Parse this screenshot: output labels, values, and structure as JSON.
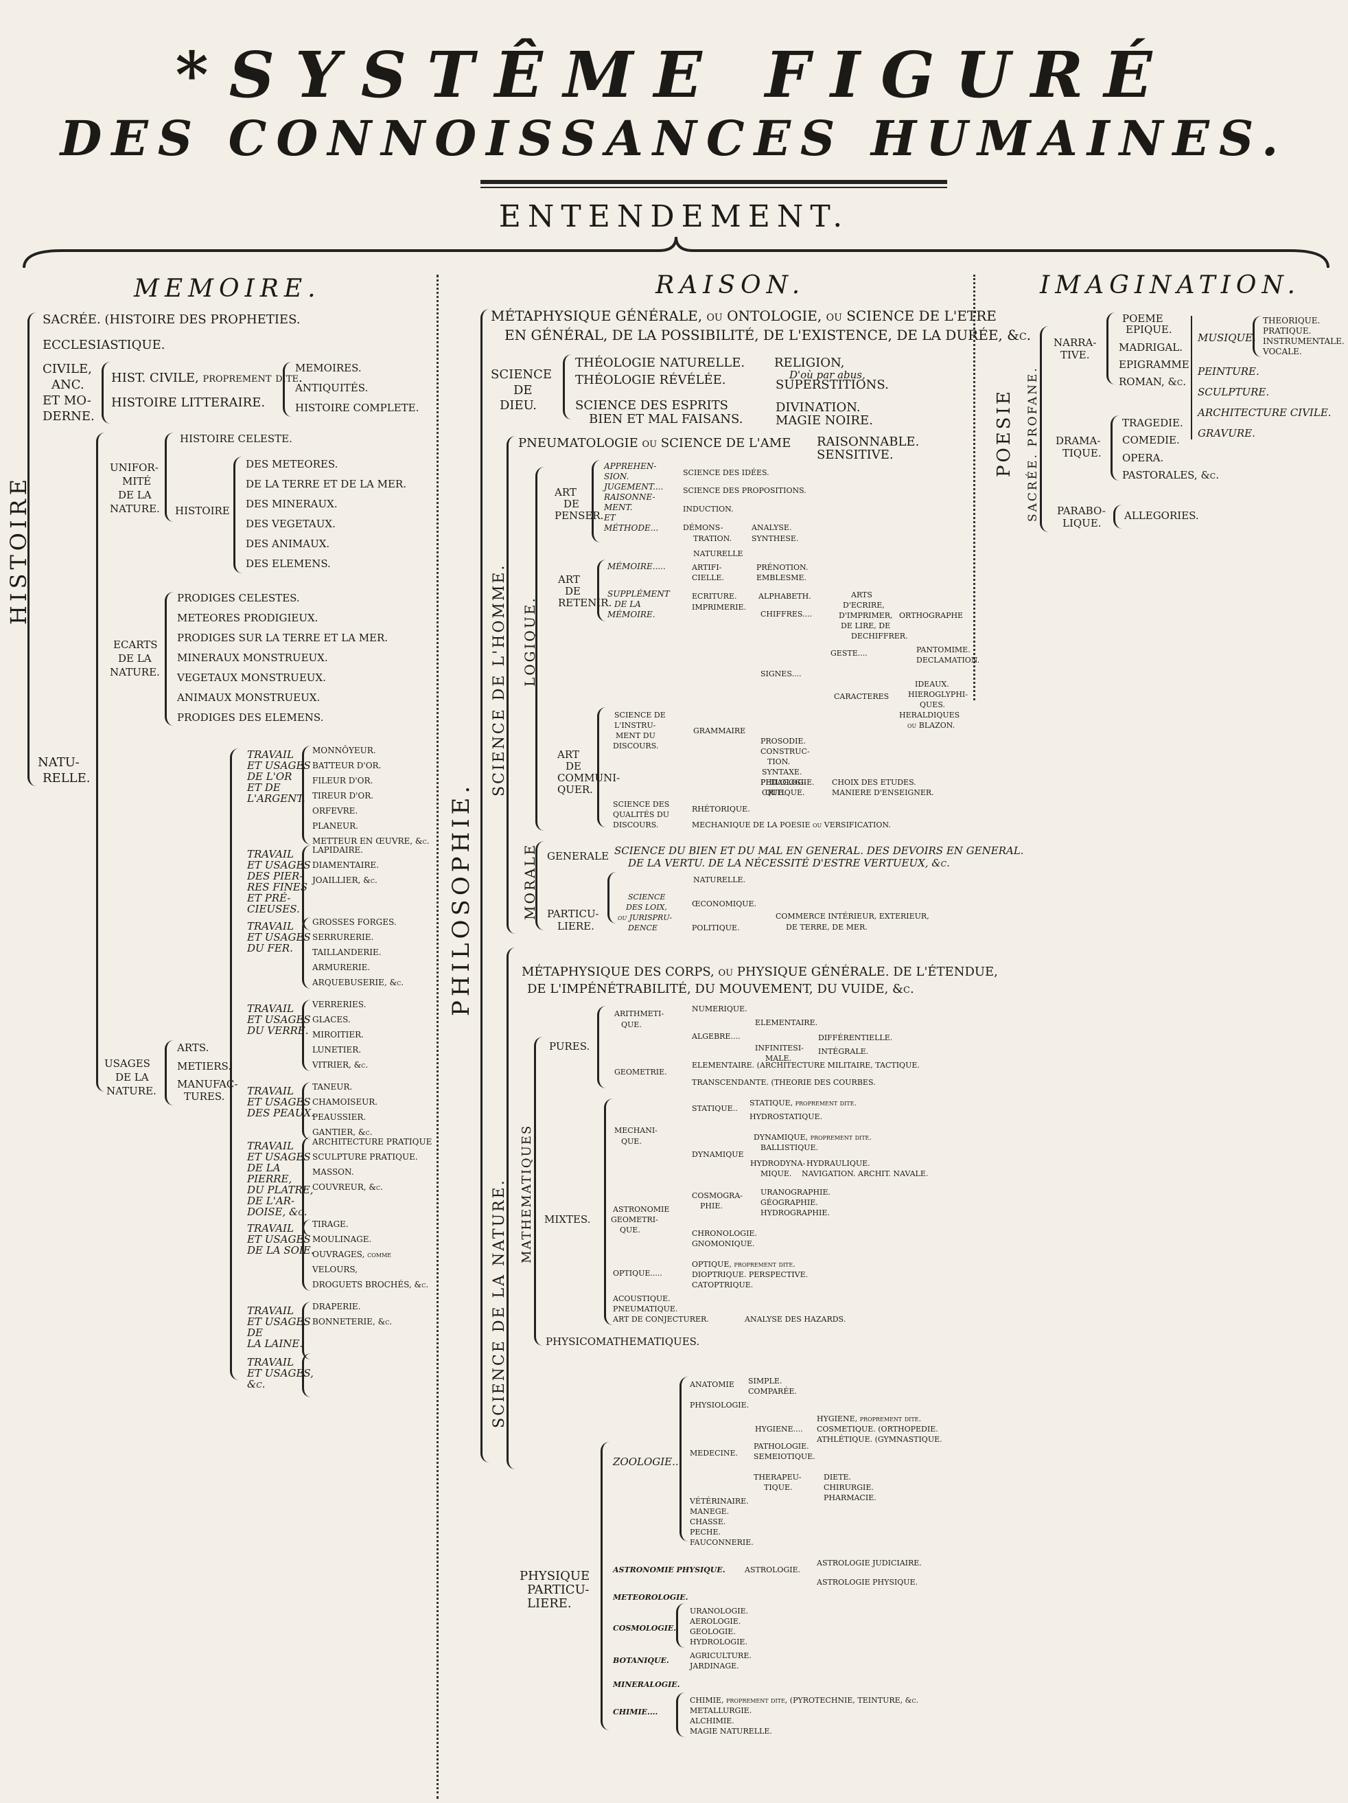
{
  "title": {
    "line1": "*SYSTÊME FIGURÉ",
    "line2": "DES CONNOISSANCES HUMAINES."
  },
  "root": "ENTENDEMENT.",
  "memoire": {
    "head": "MEMOIRE.",
    "histoire": "HISTOIRE",
    "sacree": "SACRÉE. (HISTOIRE DES PROPHETIES.",
    "ecclesiastique": "ECCLESIASTIQUE.",
    "civile": [
      "CIVILE,",
      "ANC.",
      "ET MO-",
      "DERNE."
    ],
    "hist_civile": "HIST. CIVILE, proprement dite.",
    "hist_litteraire": "HISTOIRE LITTERAIRE.",
    "civile_items": [
      "MEMOIRES.",
      "ANTIQUITÉS.",
      "HISTOIRE COMPLETE."
    ],
    "naturelle": [
      "NATU-",
      "RELLE."
    ],
    "hist_celeste": "HISTOIRE CELESTE.",
    "uniformite": [
      "UNIFOR-",
      "MITÉ",
      "DE LA",
      "NATURE."
    ],
    "histoire_label": "HISTOIRE",
    "uniformite_items": [
      "DES METEORES.",
      "DE LA TERRE ET DE LA MER.",
      "DES MINERAUX.",
      "DES VEGETAUX.",
      "DES ANIMAUX.",
      "DES ELEMENS."
    ],
    "ecarts": [
      "ECARTS",
      "DE LA",
      "NATURE."
    ],
    "ecarts_items": [
      "PRODIGES CELESTES.",
      "METEORES PRODIGIEUX.",
      "PRODIGES SUR LA TERRE ET LA MER.",
      "MINERAUX MONSTRUEUX.",
      "VEGETAUX MONSTRUEUX.",
      "ANIMAUX MONSTRUEUX.",
      "PRODIGES DES ELEMENS."
    ],
    "usages": [
      "USAGES",
      "DE LA",
      "NATURE."
    ],
    "usages_items": [
      "ARTS.",
      "METIERS.",
      "MANUFAC-",
      "TURES."
    ],
    "travaux": [
      {
        "label": [
          "TRAVAIL",
          "ET USAGES",
          "DE L'OR",
          "ET DE",
          "L'ARGENT."
        ],
        "items": [
          "MONNÔYEUR.",
          "BATTEUR D'OR.",
          "FILEUR D'OR.",
          "TIREUR D'OR.",
          "ORFEVRE.",
          "PLANEUR.",
          "METTEUR EN ŒUVRE, &c."
        ]
      },
      {
        "label": [
          "TRAVAIL",
          "ET USAGES",
          "DES PIER-",
          "RES FINES",
          "ET PRÉ-",
          "CIEUSES."
        ],
        "items": [
          "LAPIDAIRE.",
          "DIAMENTAIRE.",
          "JOAILLIER, &c."
        ]
      },
      {
        "label": [
          "TRAVAIL",
          "ET USAGES",
          "DU FER."
        ],
        "items": [
          "GROSSES FORGES.",
          "SERRURERIE.",
          "TAILLANDERIE.",
          "ARMURERIE.",
          "ARQUEBUSERIE, &c."
        ]
      },
      {
        "label": [
          "TRAVAIL",
          "ET USAGES",
          "DU VERRE."
        ],
        "items": [
          "VERRERIES.",
          "GLACES.",
          "MIROITIER.",
          "LUNETIER.",
          "VITRIER, &c."
        ]
      },
      {
        "label": [
          "TRAVAIL",
          "ET USAGES",
          "DES PEAUX."
        ],
        "items": [
          "TANEUR.",
          "CHAMOISEUR.",
          "PEAUSSIER.",
          "GANTIER, &c."
        ]
      },
      {
        "label": [
          "TRAVAIL",
          "ET USAGES",
          "DE LA",
          "PIERRE,",
          "DU PLATRE,",
          "DE L'AR-",
          "DOISE, &c."
        ],
        "items": [
          "ARCHITECTURE PRATIQUE",
          "SCULPTURE PRATIQUE.",
          "MASSON.",
          "COUVREUR, &c."
        ]
      },
      {
        "label": [
          "TRAVAIL",
          "ET USAGES",
          "DE LA SOIE."
        ],
        "items": [
          "TIRAGE.",
          "MOULINAGE.",
          "OUVRAGES, comme",
          "VELOURS,",
          "DROGUETS BROCHÉS, &c."
        ]
      },
      {
        "label": [
          "TRAVAIL",
          "ET USAGES",
          "DE",
          "LA LAINE."
        ],
        "items": [
          "DRAPERIE.",
          "BONNETERIE, &c."
        ]
      },
      {
        "label": [
          "TRAVAIL",
          "ET USAGES,",
          "&c."
        ],
        "items": []
      }
    ]
  },
  "raison": {
    "head": "RAISON.",
    "philosophie": "PHILOSOPHIE.",
    "metaphysique": [
      "MÉTAPHYSIQUE GÉNÉRALE, ou ONTOLOGIE, ou SCIENCE DE L'ETRE",
      "EN GÉNÉRAL, DE LA POSSIBILITÉ, DE L'EXISTENCE, DE LA DURÉE, &c."
    ],
    "science_dieu": [
      "SCIENCE",
      "DE",
      "DIEU."
    ],
    "theologie": [
      "THÉOLOGIE NATURELLE.",
      "THÉOLOGIE RÉVÉLÉE.",
      "SCIENCE DES ESPRITS",
      "BIEN ET MAL FAISANS."
    ],
    "theologie_out": [
      "RELIGION,",
      "D'où par abus,",
      "SUPERSTITIONS.",
      "DIVINATION.",
      "MAGIE NOIRE."
    ],
    "science_homme": "SCIENCE DE L'HOMME.",
    "pneumatologie": "PNEUMATOLOGIE ou SCIENCE DE L'AME",
    "ame": [
      "RAISONNABLE.",
      "SENSITIVE."
    ],
    "logique": "LOGIQUE.",
    "art_penser": [
      "ART",
      "DE",
      "PENSER."
    ],
    "penser_items": [
      "APPREHEN-",
      "SION.",
      "JUGEMENT....",
      "RAISONNE-",
      "MENT.",
      "ET",
      "MÉTHODE..."
    ],
    "penser_out": [
      "SCIENCE DES IDÉES.",
      "SCIENCE DES PROPOSITIONS.",
      "INDUCTION.",
      "DÉMONS-",
      "TRATION.",
      "ANALYSE.",
      "SYNTHESE."
    ],
    "art_retenir": [
      "ART",
      "DE",
      "RETENIR."
    ],
    "retenir_items": [
      "MÉMOIRE.....",
      "SUPPLÉMENT",
      "DE LA",
      "MÉMOIRE."
    ],
    "retenir_out": [
      "NATURELLE",
      "ARTIFI-",
      "CIELLE.",
      "PRÉNOTION.",
      "EMBLESME.",
      "ECRITURE.",
      "IMPRIMERIE.",
      "ALPHABETH.",
      "CHIFFRES....",
      "ARTS",
      "D'ECRIRE,",
      "D'IMPRIMER,",
      "DE LIRE, DE",
      "DECHIFFRER.",
      "ORTHOGRAPHE"
    ],
    "art_communiquer": [
      "ART",
      "DE",
      "COMMUNI-",
      "QUER."
    ],
    "communiquer_items": [
      "SCIENCE DE",
      "L'INSTRU-",
      "MENT DU",
      "DISCOURS.",
      "GRAMMAIRE",
      "SIGNES....",
      "GESTE....",
      "CARACTERES",
      "PANTOMIME.",
      "DECLAMATION.",
      "IDEAUX.",
      "HIEROGLYPHI-",
      "QUES.",
      "HERALDIQUES",
      "ou BLAZON.",
      "PROSODIE.",
      "CONSTRUC-",
      "TION.",
      "SYNTAXE.",
      "PHILOLOGIE.",
      "CRITIQUE.",
      "PEDAGOGI-",
      "QUE.",
      "CHOIX DES ETUDES.",
      "MANIERE D'ENSEIGNER.",
      "SCIENCE DES",
      "QUALITÉS DU",
      "DISCOURS.",
      "RHÉTORIQUE.",
      "MECHANIQUE DE LA POESIE ou VERSIFICATION."
    ],
    "morale": "MORALE",
    "generale": "GENERALE",
    "generale_text": [
      "SCIENCE DU BIEN ET DU MAL EN GENERAL. DES DEVOIRS EN GENERAL.",
      "DE LA VERTU. DE LA NÉCESSITÉ D'ESTRE VERTUEUX, &c."
    ],
    "particuliere": [
      "PARTICU-",
      "LIERE."
    ],
    "particuliere_items": [
      "SCIENCE",
      "DES LOIX,",
      "ou JURISPRU-",
      "DENCE",
      "NATURELLE.",
      "ŒCONOMIQUE.",
      "POLITIQUE.",
      "COMMERCE INTÉRIEUR, EXTERIEUR,",
      "DE TERRE, DE MER."
    ],
    "science_nature": "SCIENCE DE LA NATURE.",
    "physique_generale": [
      "MÉTAPHYSIQUE DES CORPS, ou PHYSIQUE GÉNÉRALE. DE L'ÉTENDUE,",
      "DE L'IMPÉNÉTRABILITÉ, DU MOUVEMENT, DU VUIDE, &c."
    ],
    "mathematiques": "MATHEMATIQUES",
    "pures": "PURES.",
    "pures_items": [
      "ARITHMETI-",
      "QUE.",
      "NUMERIQUE.",
      "ALGEBRE....",
      "ELEMENTAIRE.",
      "INFINITESI-",
      "MALE.",
      "DIFFÉRENTIELLE.",
      "INTÉGRALE.",
      "GEOMETRIE.",
      "ELEMENTAIRE. (ARCHITECTURE MILITAIRE, TACTIQUE.",
      "TRANSCENDANTE. (THEORIE DES COURBES."
    ],
    "mixtes": "MIXTES.",
    "mixtes_items": [
      "MECHANI-",
      "QUE.",
      "STATIQUE..",
      "STATIQUE, proprement dite.",
      "HYDROSTATIQUE.",
      "DYNAMIQUE",
      "DYNAMIQUE, proprement dite.",
      "BALLISTIQUE.",
      "HYDRODYNA-",
      "MIQUE.",
      "HYDRAULIQUE.",
      "NAVIGATION. ARCHIT. NAVALE.",
      "ASTRONOMIE",
      "GEOMETRI-",
      "QUE.",
      "COSMOGRA-",
      "PHIE.",
      "URANOGRAPHIE.",
      "GÉOGRAPHIE.",
      "HYDROGRAPHIE.",
      "CHRONOLOGIE.",
      "GNOMONIQUE.",
      "OPTIQUE.....",
      "OPTIQUE, proprement dite.",
      "DIOPTRIQUE. PERSPECTIVE.",
      "CATOPTRIQUE.",
      "ACOUSTIQUE.",
      "PNEUMATIQUE.",
      "ART DE CONJECTURER.",
      "ANALYSE DES HAZARDS."
    ],
    "physicomath": "PHYSICOMATHEMATIQUES.",
    "physique_particuliere": [
      "PHYSIQUE",
      "PARTICU-",
      "LIERE."
    ],
    "zoologie": "ZOOLOGIE...",
    "zoologie_items": [
      "ANATOMIE",
      "SIMPLE.",
      "COMPARÉE.",
      "PHYSIOLOGIE.",
      "MEDECINE.",
      "HYGIENE....",
      "HYGIENE, proprement dite.",
      "COSMETIQUE. (ORTHOPEDIE.",
      "ATHLÉTIQUE. (GYMNASTIQUE.",
      "PATHOLOGIE.",
      "SEMEIOTIQUE.",
      "THERAPEU-",
      "TIQUE.",
      "DIETE.",
      "CHIRURGIE.",
      "PHARMACIE.",
      "VÉTÉRINAIRE.",
      "MANEGE.",
      "CHASSE.",
      "PECHE.",
      "FAUCONNERIE."
    ],
    "physique_items": [
      "ASTRONOMIE PHYSIQUE.",
      "ASTROLOGIE.",
      "ASTROLOGIE JUDICIAIRE.",
      "ASTROLOGIE PHYSIQUE.",
      "METEOROLOGIE.",
      "COSMOLOGIE.",
      "URANOLOGIE.",
      "AEROLOGIE.",
      "GEOLOGIE.",
      "HYDROLOGIE.",
      "BOTANIQUE.",
      "AGRICULTURE.",
      "JARDINAGE.",
      "MINERALOGIE.",
      "CHIMIE....",
      "CHIMIE, proprement dite, (PYROTECHNIE, TEINTURE, &c.",
      "METALLURGIE.",
      "ALCHIMIE.",
      "MAGIE NATURELLE."
    ]
  },
  "imagination": {
    "head": "IMAGINATION.",
    "poesie": "POESIE",
    "sacre_profane": "SACRÉE. PROFANE.",
    "narrative": [
      "NARRA-",
      "TIVE."
    ],
    "narrative_items": [
      "POEME",
      "EPIQUE.",
      "MADRIGAL.",
      "EPIGRAMME",
      "ROMAN, &c."
    ],
    "dramatique": [
      "DRAMA-",
      "TIQUE."
    ],
    "dramatique_items": [
      "TRAGEDIE.",
      "COMEDIE.",
      "OPERA.",
      "PASTORALES, &c."
    ],
    "parabolique": [
      "PARABO-",
      "LIQUE."
    ],
    "parabolique_items": [
      "ALLEGORIES."
    ],
    "musique": "MUSIQUE.",
    "musique_items": [
      "THEORIQUE.",
      "PRATIQUE.",
      "INSTRUMENTALE.",
      "VOCALE."
    ],
    "arts": [
      "PEINTURE.",
      "SCULPTURE.",
      "ARCHITECTURE CIVILE.",
      "GRAVURE."
    ]
  }
}
